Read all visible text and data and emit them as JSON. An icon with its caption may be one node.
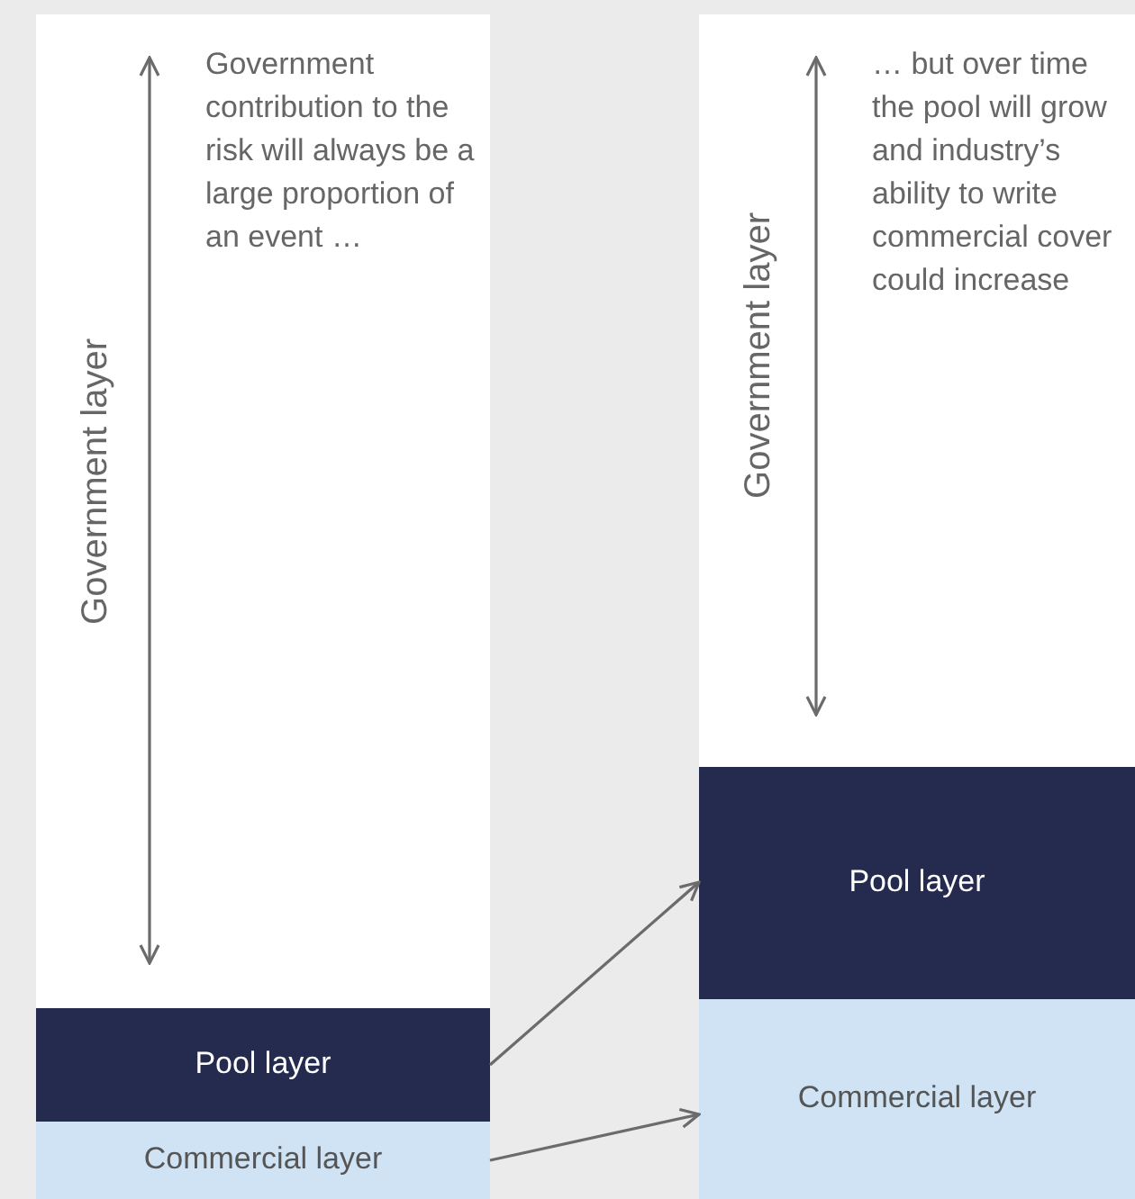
{
  "diagram": {
    "nodes": [
      {
        "text": [
          "Government layer",
          "Government contribution to the risk will always be a large proportion of an event …"
        ]
      },
      {
        "text": [
          "Pool layer"
        ]
      },
      {
        "text": [
          "Commercial layer"
        ]
      },
      {
        "text": [
          "Government layer",
          "… but over time the pool will grow and industry’s ability to write commercial cover could increase"
        ]
      },
      {
        "text": [
          "Pool layer"
        ]
      },
      {
        "text": [
          "Commercial layer"
        ]
      }
    ],
    "edges": [
      {
        "from": 1,
        "to": 4,
        "arrow": "to"
      },
      {
        "from": 2,
        "to": 5,
        "arrow": "to"
      }
    ]
  }
}
